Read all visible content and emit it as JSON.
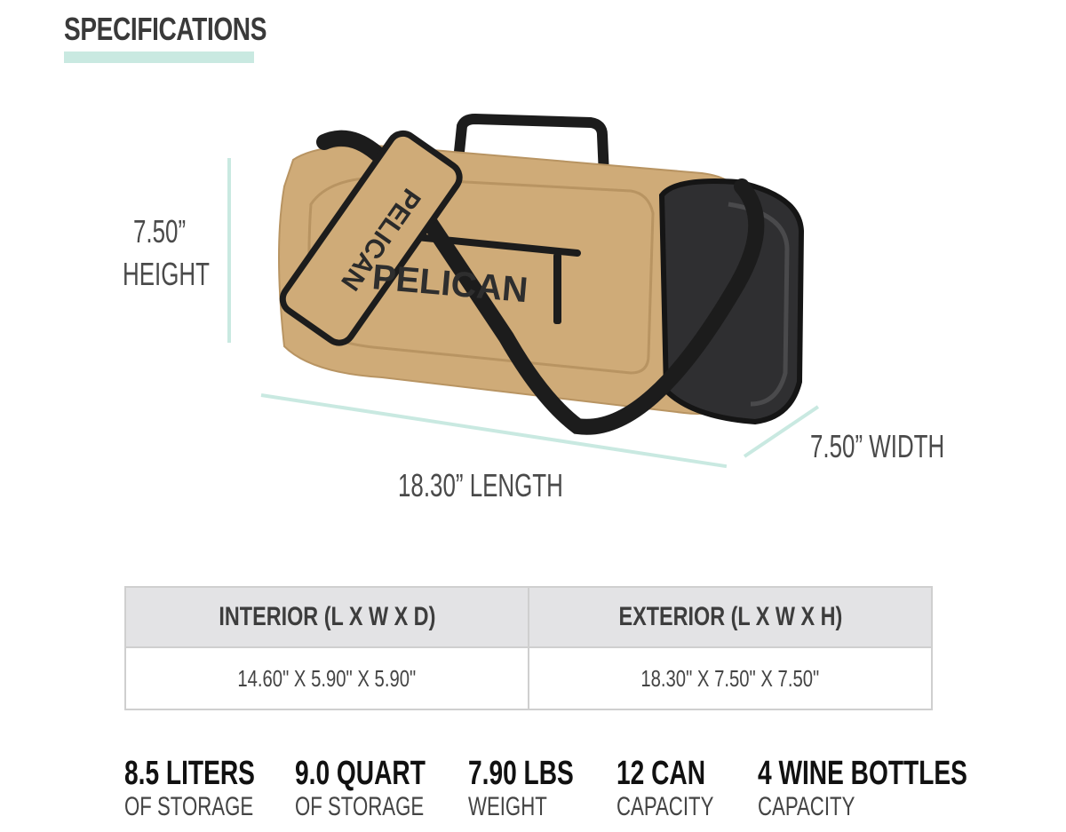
{
  "header": {
    "title": "SPECIFICATIONS"
  },
  "dimensions": {
    "height_value": "7.50”",
    "height_label": "HEIGHT",
    "length_label": "18.30” LENGTH",
    "width_label": "7.50” WIDTH"
  },
  "product": {
    "brand_text": "PELICAN",
    "bag_color": "#cfab78",
    "accent_color": "#c9e9e1"
  },
  "table": {
    "headers": [
      "INTERIOR (L X W X D)",
      "EXTERIOR (L X W X H)"
    ],
    "values": [
      "14.60\" X 5.90\" X 5.90\"",
      "18.30\" X 7.50\" X 7.50\""
    ]
  },
  "stats": [
    {
      "value": "8.5 LITERS",
      "label": "OF STORAGE"
    },
    {
      "value": "9.0 QUART",
      "label": "OF STORAGE"
    },
    {
      "value": "7.90 LBS",
      "label": "WEIGHT"
    },
    {
      "value": "12 CAN",
      "label": "CAPACITY"
    },
    {
      "value": "4 WINE BOTTLES",
      "label": "CAPACITY"
    }
  ]
}
